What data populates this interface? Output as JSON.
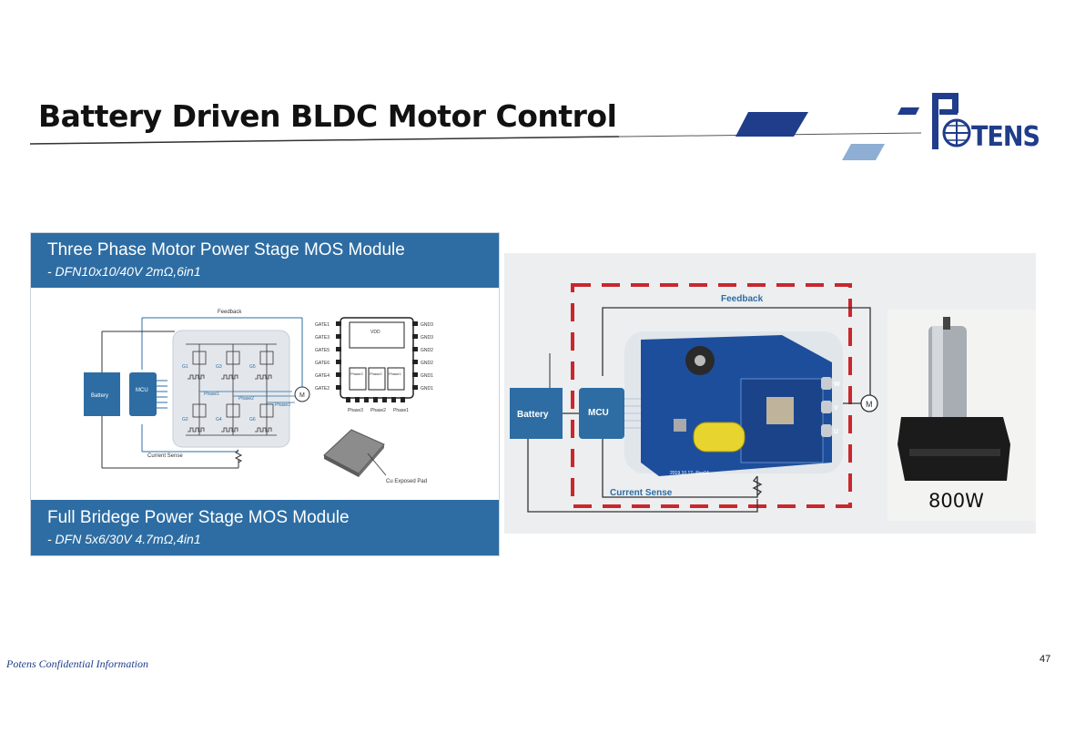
{
  "slide": {
    "title": "Battery Driven BLDC Motor Control",
    "footer": "Potens Confidential Information",
    "page_number": "47"
  },
  "logo": {
    "text": "POTENS",
    "colors": {
      "brand": "#1f3d8a",
      "accent": "#2d6da3",
      "light": "#8eaed3"
    }
  },
  "left_panel": {
    "top_heading": "Three Phase Motor Power Stage MOS Module",
    "top_sub": "- DFN10x10/40V 2mΩ,6in1",
    "bottom_heading": "Full Bridege Power Stage MOS Module",
    "bottom_sub": "- DFN 5x6/30V 4.7mΩ,4in1",
    "diagram": {
      "feedback": "Feedback",
      "current_sense": "Current Sense",
      "battery": "Battery",
      "mcu": "MCU",
      "motor": "M",
      "phase1": "Phase1",
      "phase2": "Phase2",
      "phase3": "Phase3",
      "gates": [
        "G1",
        "G3",
        "G5",
        "G2",
        "G4",
        "G6"
      ]
    },
    "pinout": {
      "left_pins": [
        "GATE1",
        "GATE3",
        "GATE5",
        "GATE6",
        "GATE4",
        "GATE2"
      ],
      "right_pins": [
        "GND3",
        "GND3",
        "GND2",
        "GND2",
        "GND1",
        "GND1"
      ],
      "top_label": "VDD",
      "cells": [
        "Phase3",
        "Phase2",
        "Phase1"
      ],
      "bottom_labels": [
        "Phase3",
        "Phase2",
        "Phase1"
      ],
      "pad_label": "Cu Exposed Pad"
    }
  },
  "right_panel": {
    "feedback": "Feedback",
    "current_sense": "Current Sense",
    "battery": "Battery",
    "mcu": "MCU",
    "motor": "M",
    "phase_labels": [
      "W",
      "V",
      "U"
    ],
    "board_label": "2019.10.12--Rev04",
    "wattage": "800W"
  }
}
